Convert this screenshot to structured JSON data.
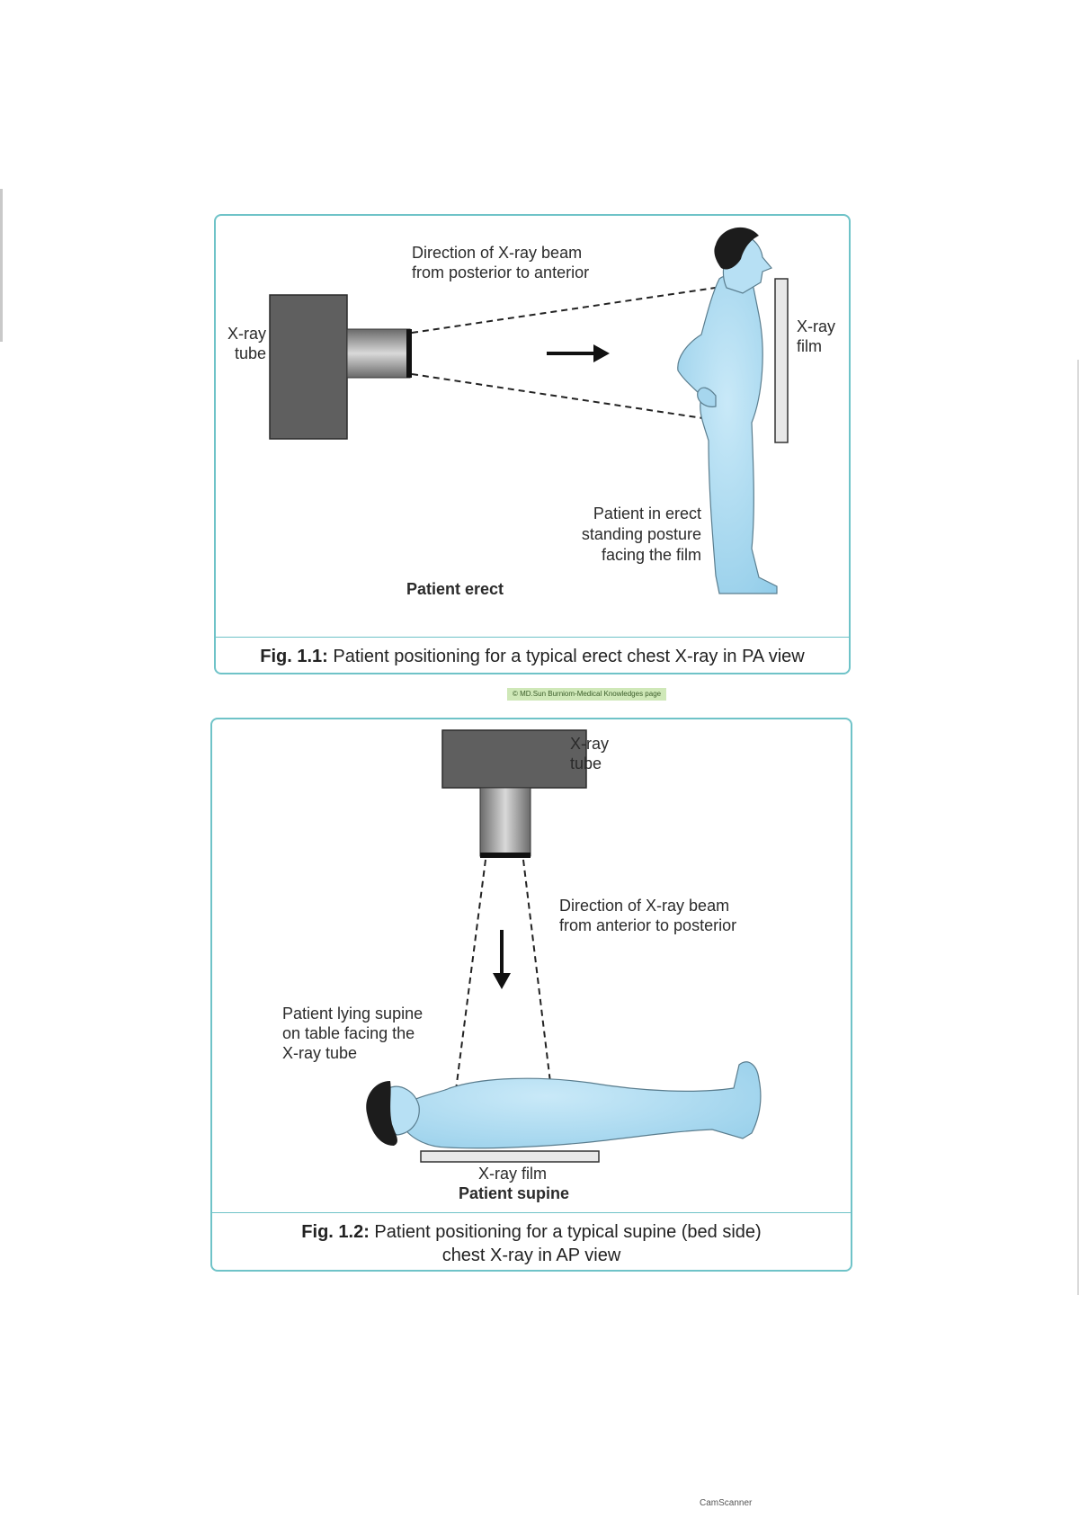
{
  "figure1": {
    "beam_direction": [
      "Direction of X-ray beam",
      "from posterior to anterior"
    ],
    "tube_label": [
      "X-ray",
      "tube"
    ],
    "film_label": [
      "X-ray",
      "film"
    ],
    "patient_description": [
      "Patient in erect",
      "standing posture",
      "facing the film"
    ],
    "posture_label": "Patient erect",
    "caption_number": "Fig. 1.1:",
    "caption_text": " Patient positioning for a typical erect chest X-ray in PA view"
  },
  "copyright": "© MD.Sun Burniom-Medical Knowledges page",
  "figure2": {
    "tube_label": [
      "X-ray",
      "tube"
    ],
    "beam_direction": [
      "Direction of X-ray beam",
      "from anterior to posterior"
    ],
    "patient_description": [
      "Patient lying supine",
      "on table facing the",
      "X-ray tube"
    ],
    "film_label": "X-ray film",
    "posture_label": "Patient supine",
    "caption_number": "Fig. 1.2:",
    "caption_line1": " Patient positioning for a typical supine (bed side)",
    "caption_line2": "chest X-ray in AP view"
  },
  "footer_mark": "CamScanner",
  "colors": {
    "panel_border": "#6fc3c8",
    "tube_gray": "#5f5f5f",
    "body_blue": "#a9d8ef",
    "hair": "#1c1c1c"
  }
}
